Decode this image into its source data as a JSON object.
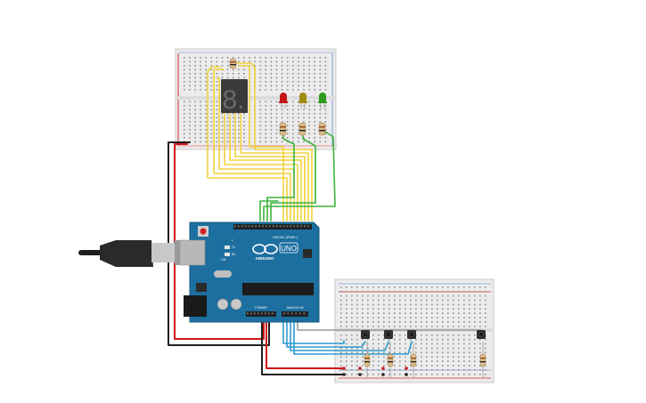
{
  "board": {
    "brand": "ARDUINO",
    "model": "UNO",
    "digital_label": "DIGITAL (PWM~)",
    "power_label": "POWER",
    "analog_label": "ANALOG IN",
    "on_label": "ON",
    "tx_label": "TX",
    "rx_label": "RX",
    "l_label": "L"
  },
  "display": {
    "digit": "8."
  },
  "leds": [
    {
      "color": "#c41616"
    },
    {
      "color": "#a08a10"
    },
    {
      "color": "#2e9a1e"
    }
  ],
  "wire_colors": {
    "yellow": "#f2d23c",
    "green": "#3cb43c",
    "blue": "#2b9bd0",
    "red": "#d01818",
    "black": "#202020",
    "gray": "#9a9a9a"
  },
  "colors": {
    "board_blue": "#1d6fa0",
    "breadboard": "#ececec",
    "rail_red": "#d82a2a",
    "rail_blue": "#3a66c8"
  }
}
